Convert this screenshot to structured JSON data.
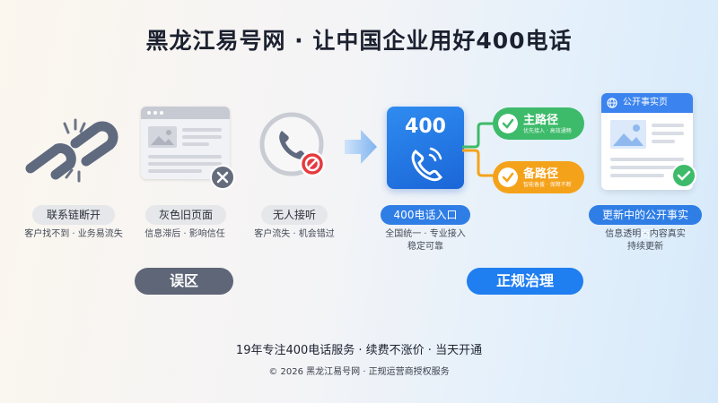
{
  "title": "黑龙江易号网 · 让中国企业用好400电话",
  "mistakes": {
    "items": [
      {
        "label": "联系链断开",
        "caption": "客户找不到 · 业务易流失"
      },
      {
        "label": "灰色旧页面",
        "caption": "信息滞后 · 影响信任"
      },
      {
        "label": "无人接听",
        "caption": "客户流失 · 机会错过"
      }
    ],
    "section_label": "误区"
  },
  "solution": {
    "card_number": "400",
    "entry_label": "400电话入口",
    "entry_caption_line1": "全国统一 · 专业接入",
    "entry_caption_line2": "稳定可靠",
    "main_route": {
      "title": "主路径",
      "sub": "优先接入 · 高效通畅"
    },
    "backup_route": {
      "title": "备路径",
      "sub": "智能备援 · 保障不断"
    },
    "disclosure_header": "公开事实页",
    "disclosure_label": "更新中的公开事实页",
    "disclosure_caption_line1": "信息透明 · 内容真实",
    "disclosure_caption_line2": "持续更新",
    "section_label": "正规治理"
  },
  "footer": {
    "line1": "19年专注400电话服务 · 续费不涨价 · 当天开通",
    "line2": "© 2026 黑龙江易号网 · 正规运营商授权服务"
  },
  "colors": {
    "accent_blue": "#1f7ef0",
    "route_green": "#3dbb6a",
    "route_orange": "#f5a21b",
    "mistake_gray": "#5e6677"
  }
}
